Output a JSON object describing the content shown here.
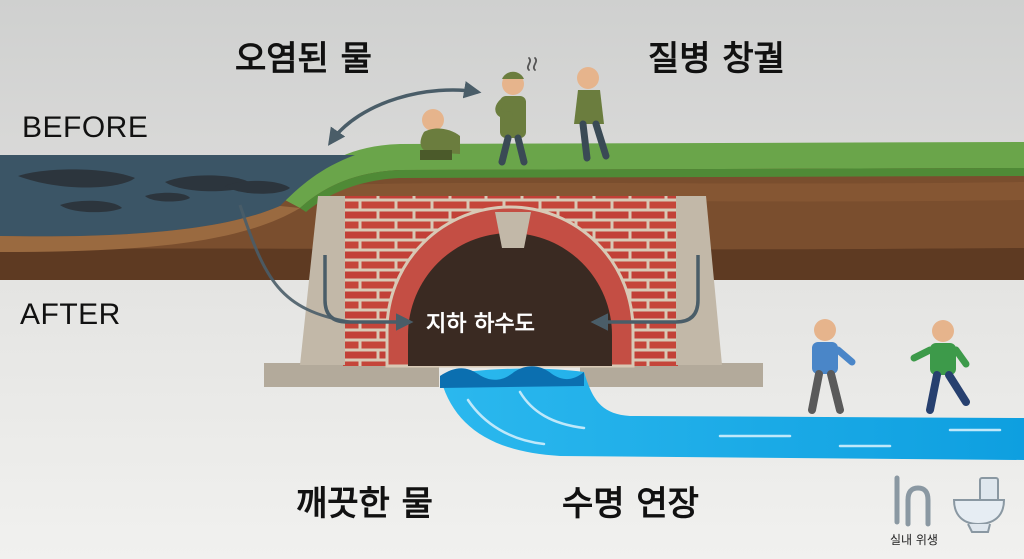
{
  "labels": {
    "before": "BEFORE",
    "after": "AFTER",
    "polluted_water": "오염된 물",
    "disease_prevalence": "질병 창궐",
    "underground_sewer": "지하 하수도",
    "clean_water": "깨끗한 물",
    "life_extension": "수명 연장",
    "indoor_hygiene": "실내 위생"
  },
  "icons": [
    "pipe-icon",
    "toilet-icon",
    "stink-icon"
  ],
  "colors": {
    "sky_top": "#cfd0cf",
    "ground_bottom": "#eeeeec",
    "polluted_water": "#3b5566",
    "grass": "#6aa54a",
    "soil": "#7a4e2e",
    "brick": "#c5453a",
    "concrete": "#c2b8a8",
    "tunnel": "#3a2a22",
    "clean_water": "#14a8e6",
    "arrow": "#4a5d68",
    "sick_person": "#6b7d3e",
    "healthy_person_blue": "#4a86c8",
    "healthy_person_green": "#3d9a4a"
  }
}
